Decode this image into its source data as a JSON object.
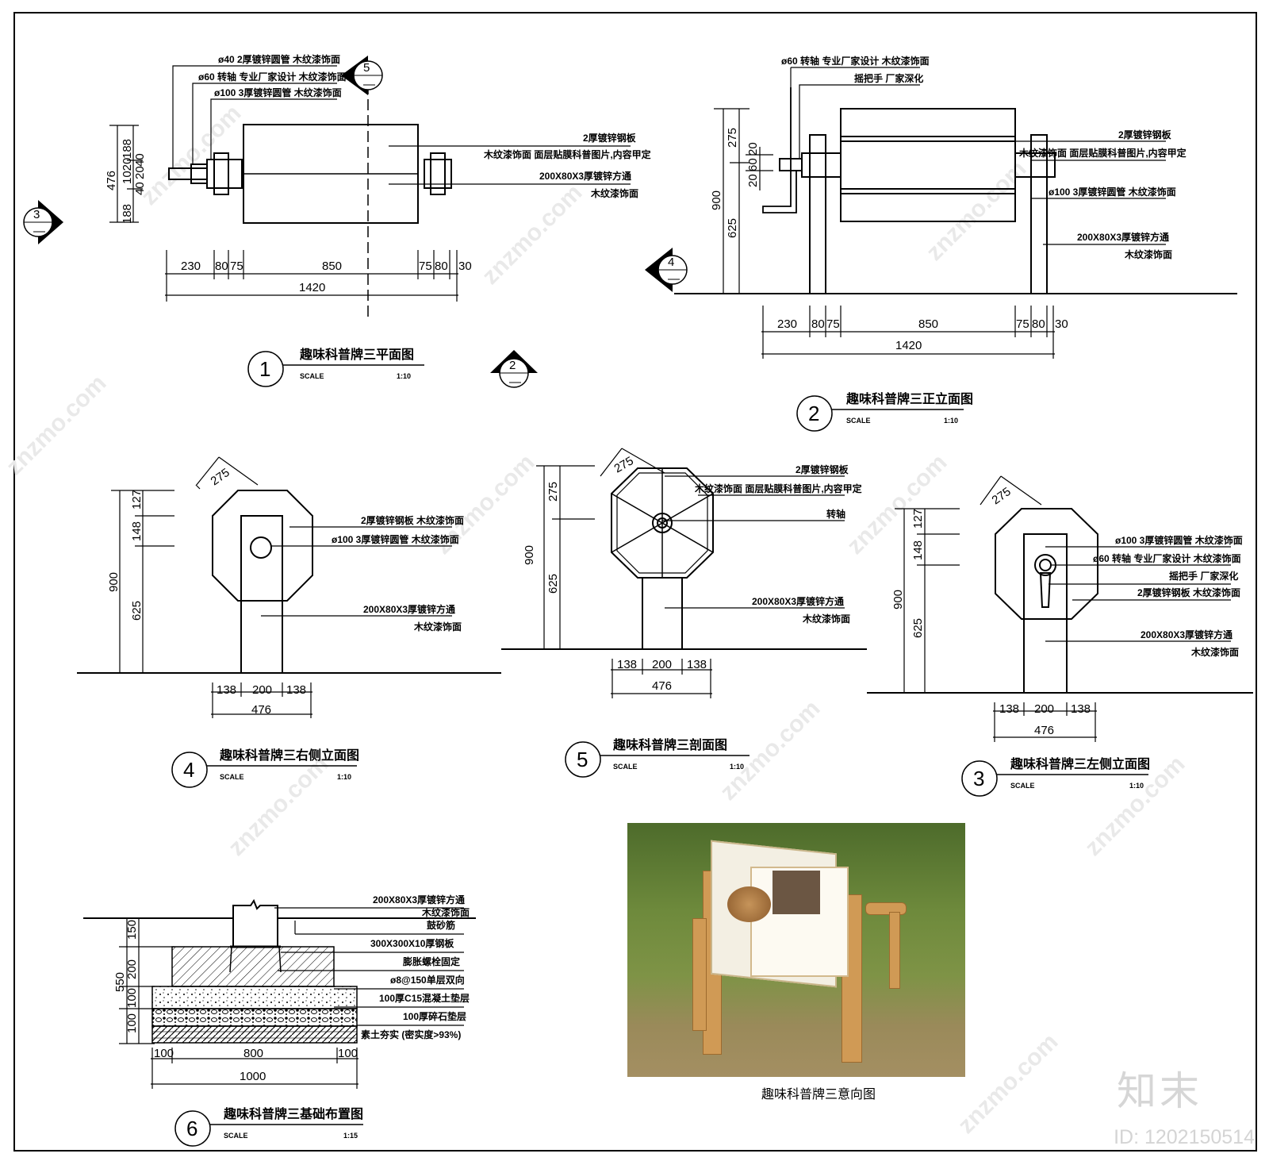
{
  "watermark": {
    "site": "znzmo.com",
    "brand": "知末",
    "id": "ID: 1202150514"
  },
  "views": {
    "v1": {
      "number": "1",
      "title": "趣味科普牌三平面图",
      "scale_label": "SCALE",
      "scale": "1:10"
    },
    "v2": {
      "number": "2",
      "title": "趣味科普牌三正立面图",
      "scale_label": "SCALE",
      "scale": "1:10"
    },
    "v3": {
      "number": "3",
      "title": "趣味科普牌三左侧立面图",
      "scale_label": "SCALE",
      "scale": "1:10"
    },
    "v4": {
      "number": "4",
      "title": "趣味科普牌三右侧立面图",
      "scale_label": "SCALE",
      "scale": "1:10"
    },
    "v5": {
      "number": "5",
      "title": "趣味科普牌三剖面图",
      "scale_label": "SCALE",
      "scale": "1:10"
    },
    "v6": {
      "number": "6",
      "title": "趣味科普牌三基础布置图",
      "scale_label": "SCALE",
      "scale": "1:15"
    }
  },
  "section_marks": {
    "m5": "5",
    "m3": "3",
    "m2": "2",
    "m4": "4",
    "dash": "—"
  },
  "photo_caption": "趣味科普牌三意向图",
  "notes": {
    "n1": [
      "ø40 2厚镀锌圆管 木纹漆饰面",
      "ø60 转轴 专业厂家设计 木纹漆饰面",
      "ø100 3厚镀锌圆管 木纹漆饰面",
      "2厚镀锌钢板",
      "木纹漆饰面 面层贴膜科普图片,内容甲定",
      "200X80X3厚镀锌方通",
      "木纹漆饰面"
    ],
    "n2": [
      "ø60 转轴 专业厂家设计 木纹漆饰面",
      "摇把手 厂家深化",
      "2厚镀锌钢板",
      "木纹漆饰面 面层贴膜科普图片,内容甲定",
      "ø100 3厚镀锌圆管 木纹漆饰面",
      "200X80X3厚镀锌方通",
      "木纹漆饰面"
    ],
    "n4": [
      "2厚镀锌钢板 木纹漆饰面",
      "ø100 3厚镀锌圆管 木纹漆饰面",
      "200X80X3厚镀锌方通",
      "木纹漆饰面"
    ],
    "n5": [
      "2厚镀锌钢板",
      "木纹漆饰面 面层贴膜科普图片,内容甲定",
      "转轴",
      "200X80X3厚镀锌方通",
      "木纹漆饰面"
    ],
    "n3": [
      "ø100 3厚镀锌圆管 木纹漆饰面",
      "ø60 转轴 专业厂家设计 木纹漆饰面",
      "摇把手 厂家深化",
      "2厚镀锌钢板 木纹漆饰面",
      "200X80X3厚镀锌方通",
      "木纹漆饰面"
    ],
    "n6": [
      "200X80X3厚镀锌方通",
      "木纹漆饰面",
      "鼓砂筋",
      "300X300X10厚钢板",
      "膨胀螺栓固定",
      "ø8@150单层双向",
      "100厚C15混凝土垫层",
      "100厚碎石垫层",
      "素土夯实 (密实度>93%)"
    ]
  },
  "dims": {
    "d1": {
      "h": [
        "230",
        "80",
        "75",
        "850",
        "75",
        "80",
        "30"
      ],
      "total": "1420",
      "v": [
        "476",
        "188",
        "1020",
        "20",
        "40",
        "188",
        "40"
      ]
    },
    "d2": {
      "h": [
        "230",
        "80",
        "75",
        "850",
        "75",
        "80",
        "30"
      ],
      "total": "1420",
      "v": [
        "900",
        "275",
        "625",
        "20",
        "60",
        "20"
      ]
    },
    "d4": {
      "h": [
        "138",
        "200",
        "138"
      ],
      "total": "476",
      "v": [
        "900",
        "127",
        "148",
        "625"
      ],
      "top": "275"
    },
    "d5": {
      "h": [
        "138",
        "200",
        "138"
      ],
      "total": "476",
      "v": [
        "900",
        "275",
        "625"
      ],
      "top": "275"
    },
    "d3": {
      "h": [
        "138",
        "200",
        "138"
      ],
      "total": "476",
      "v": [
        "900",
        "127",
        "148",
        "625"
      ],
      "top": "275"
    },
    "d6": {
      "h": [
        "100",
        "800",
        "100"
      ],
      "total": "1000",
      "v": [
        "550",
        "150",
        "200",
        "100",
        "100"
      ]
    }
  }
}
